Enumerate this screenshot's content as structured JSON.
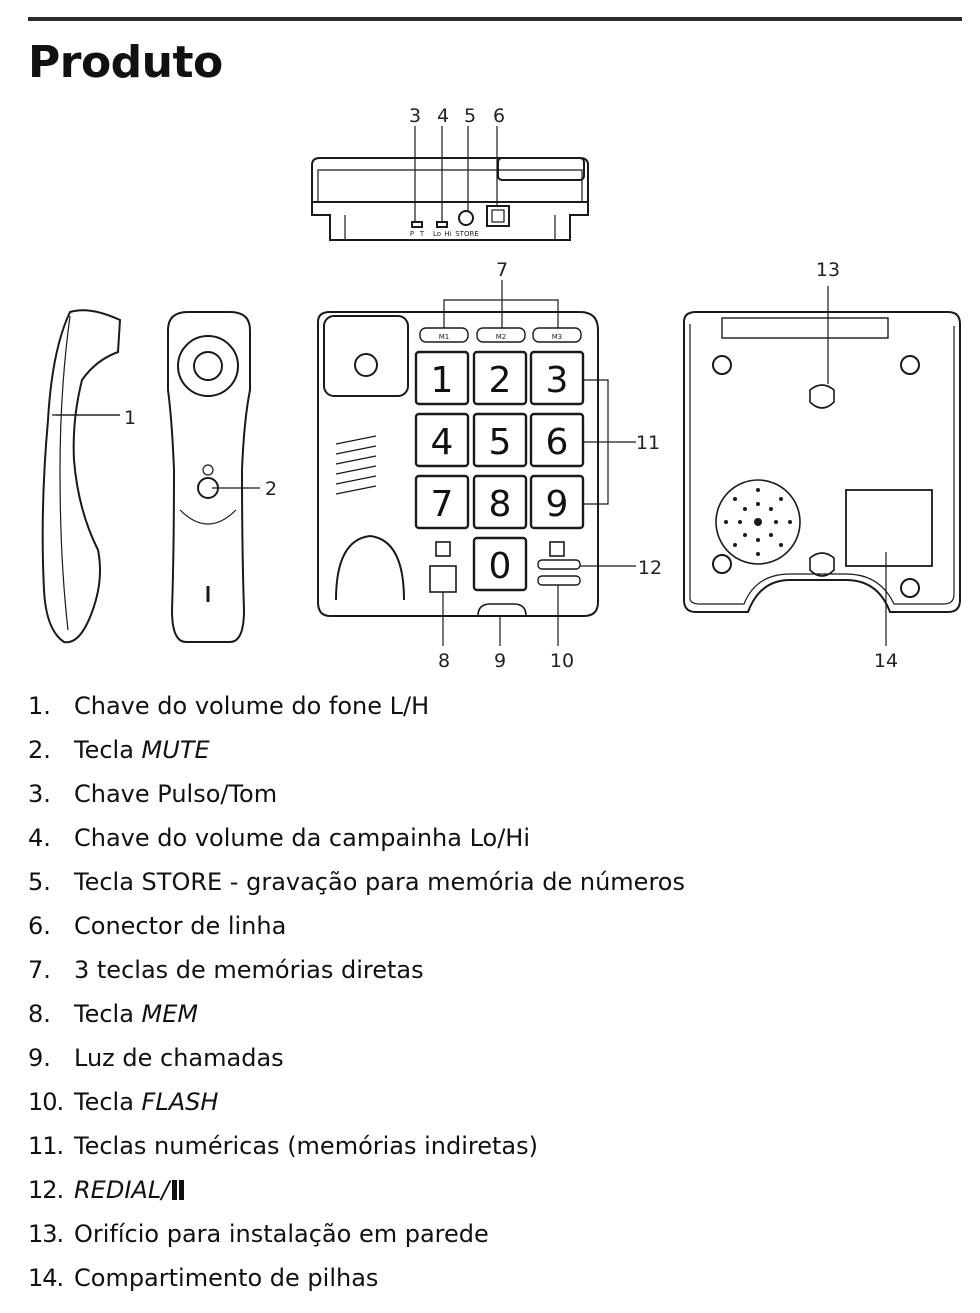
{
  "page": {
    "title": "Produto"
  },
  "callouts": [
    "1",
    "2",
    "3",
    "4",
    "5",
    "6",
    "7",
    "8",
    "9",
    "10",
    "11",
    "12",
    "13",
    "14"
  ],
  "keypad": [
    "1",
    "2",
    "3",
    "4",
    "5",
    "6",
    "7",
    "8",
    "9",
    "0"
  ],
  "memory_keys": [
    "M1",
    "M2",
    "M3"
  ],
  "rear_switch_labels": [
    "P",
    "T",
    "Lo",
    "Hi",
    "STORE"
  ],
  "parts": [
    {
      "num": "1.",
      "text": "Chave do volume do fone L/H"
    },
    {
      "num": "2.",
      "text": "Tecla ",
      "italic": "MUTE"
    },
    {
      "num": "3.",
      "text": "Chave Pulso/Tom"
    },
    {
      "num": "4.",
      "text": "Chave do volume da campainha Lo/Hi"
    },
    {
      "num": "5.",
      "text": "Tecla STORE - gravação para memória de números"
    },
    {
      "num": "6.",
      "text": "Conector de linha"
    },
    {
      "num": "7.",
      "text": "3 teclas de memórias diretas"
    },
    {
      "num": "8.",
      "text": "Tecla ",
      "italic": "MEM"
    },
    {
      "num": "9.",
      "text": "Luz de chamadas"
    },
    {
      "num": "10.",
      "text": "Tecla ",
      "italic": "FLASH"
    },
    {
      "num": "11.",
      "text": "Teclas numéricas (memórias indiretas)"
    },
    {
      "num": "12.",
      "text": "",
      "italic": "REDIAL/",
      "icon": "pause-icon"
    },
    {
      "num": "13.",
      "text": "Orifício para instalação em parede"
    },
    {
      "num": "14.",
      "text": "Compartimento de pilhas"
    }
  ]
}
